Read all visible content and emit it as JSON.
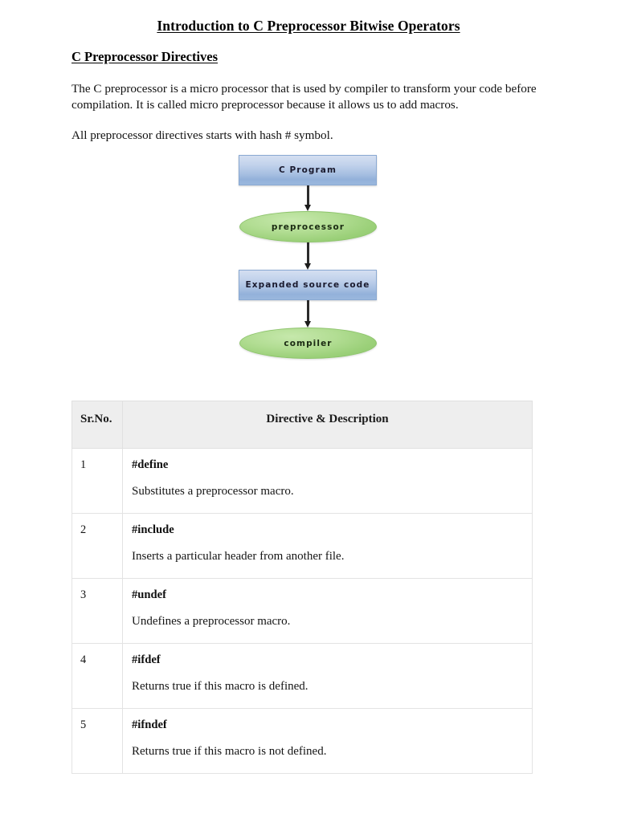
{
  "document": {
    "title": "Introduction to C  Preprocessor Bitwise Operators",
    "section_heading": "C Preprocessor Directives",
    "paragraphs": [
      "The C preprocessor is a micro processor that is used by compiler to transform your code before compilation. It is called micro preprocessor because it allows us to add macros.",
      "All preprocessor directives starts with hash # symbol."
    ]
  },
  "flowchart": {
    "nodes": [
      {
        "label": "C Program",
        "shape": "rectangle",
        "fill": "#a8c0e2"
      },
      {
        "label": "preprocessor",
        "shape": "ellipse",
        "fill": "#9bd079"
      },
      {
        "label": "Expanded source code",
        "shape": "rectangle",
        "fill": "#a8c0e2"
      },
      {
        "label": "compiler",
        "shape": "ellipse",
        "fill": "#9bd079"
      }
    ],
    "arrows": [
      {
        "from": "C Program",
        "to": "preprocessor"
      },
      {
        "from": "preprocessor",
        "to": "Expanded source code"
      },
      {
        "from": "Expanded source code",
        "to": "compiler"
      }
    ],
    "arrow_color": "#1c1c1c"
  },
  "table": {
    "headers": [
      "Sr.No.",
      "Directive & Description"
    ],
    "header_bg": "#eeeeee",
    "border_color": "#e3e3e3",
    "rows": [
      {
        "no": "1",
        "directive": "#define",
        "description": "Substitutes a preprocessor macro."
      },
      {
        "no": "2",
        "directive": "#include",
        "description": "Inserts a particular header from another file."
      },
      {
        "no": "3",
        "directive": "#undef",
        "description": "Undefines a preprocessor macro."
      },
      {
        "no": "4",
        "directive": "#ifdef",
        "description": "Returns true if this macro is defined."
      },
      {
        "no": "5",
        "directive": "#ifndef",
        "description": "Returns true if this macro is not defined."
      }
    ]
  }
}
